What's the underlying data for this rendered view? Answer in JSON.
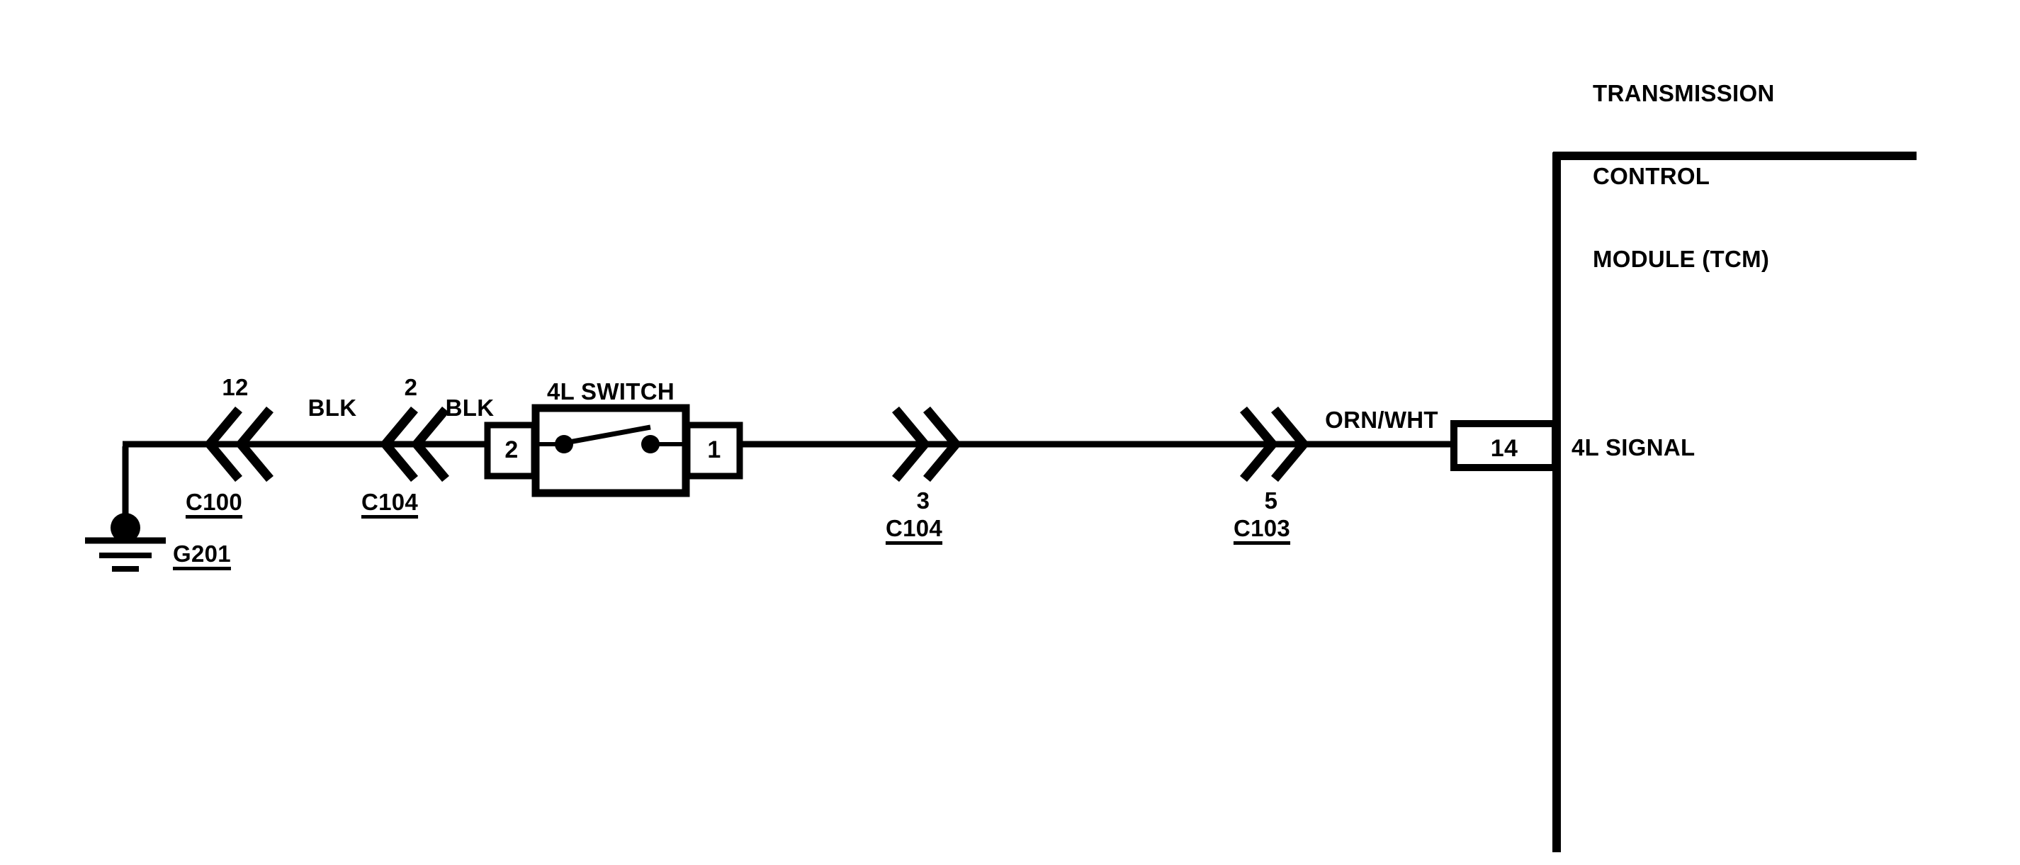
{
  "diagram": {
    "type": "automotive-wiring-schematic",
    "title": "4L Switch to Transmission Control Module circuit",
    "background_color": "#ffffff",
    "line_color": "#000000"
  },
  "ground": {
    "name": "G201",
    "label": "G201",
    "symbol": "chassis-ground"
  },
  "components": [
    {
      "id": "4l-switch",
      "label": "4L SWITCH",
      "symbol": "normally-open-switch",
      "pins": [
        {
          "number": "2",
          "side": "left"
        },
        {
          "number": "1",
          "side": "right"
        }
      ]
    },
    {
      "id": "tcm",
      "label": "TRANSMISSION\nCONTROL\nMODULE (TCM)",
      "title_lines": [
        "TRANSMISSION",
        "CONTROL",
        "MODULE (TCM)"
      ],
      "pins": [
        {
          "number": "14",
          "signal": "4L SIGNAL"
        }
      ]
    }
  ],
  "connectors": [
    {
      "id": "c100",
      "label": "C100",
      "pin": "12",
      "direction": "left"
    },
    {
      "id": "c104-a",
      "label": "C104",
      "pin": "2",
      "direction": "left"
    },
    {
      "id": "c104-b",
      "label": "C104",
      "pin": "3",
      "direction": "right"
    },
    {
      "id": "c103",
      "label": "C103",
      "pin": "5",
      "direction": "right"
    }
  ],
  "wires": [
    {
      "id": "wire-blk-1",
      "color_code": "BLK",
      "label": "BLK"
    },
    {
      "id": "wire-blk-2",
      "color_code": "BLK",
      "label": "BLK"
    },
    {
      "id": "wire-orn-wht",
      "color_code": "ORN/WHT",
      "label": "ORN/WHT"
    }
  ],
  "signals": [
    {
      "id": "4l-signal",
      "label": "4L SIGNAL",
      "pin": "14"
    }
  ]
}
